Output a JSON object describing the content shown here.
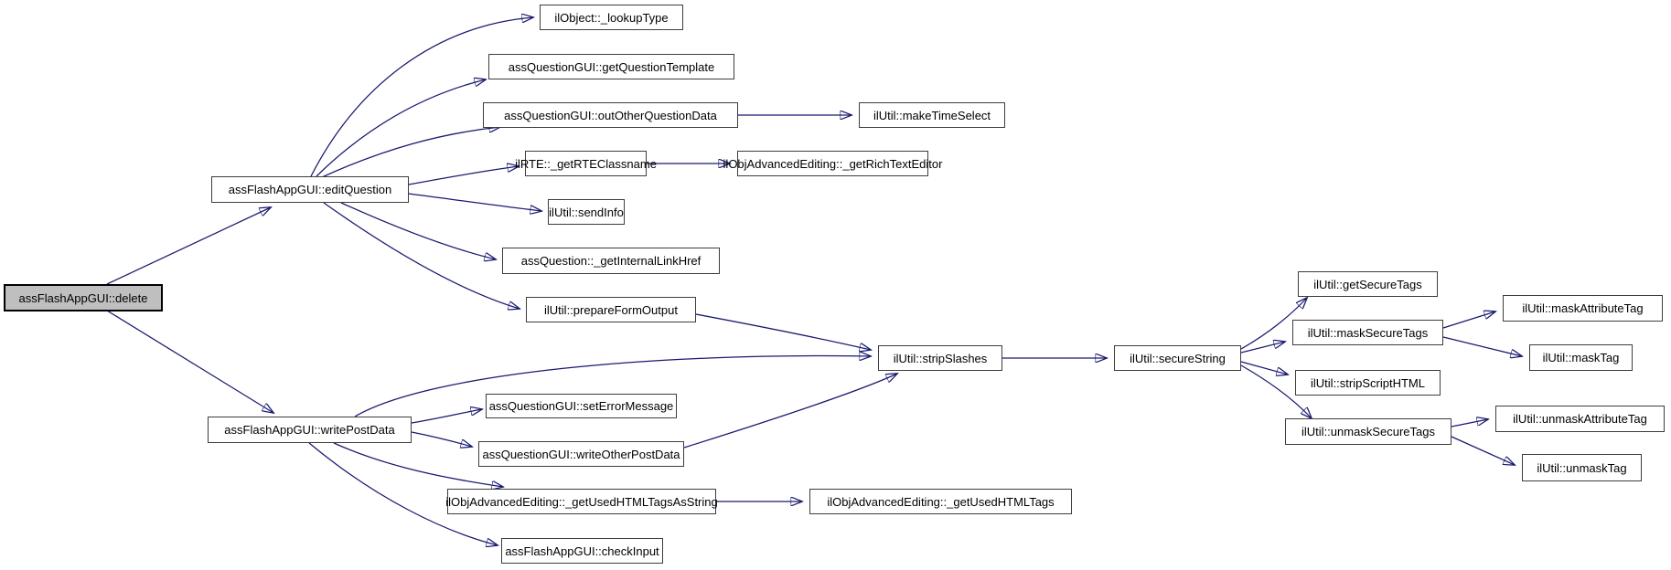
{
  "diagram": {
    "kind": "call-graph",
    "colors": {
      "background": "#ffffff",
      "edge": "#191970",
      "node_border": "#3d3d3d",
      "node_fill": "#ffffff",
      "highlight_fill": "#bfbfbf"
    },
    "nodes": {
      "delete": {
        "label": "assFlashAppGUI::delete",
        "highlighted": true
      },
      "editQuestion": {
        "label": "assFlashAppGUI::editQuestion"
      },
      "writePostData": {
        "label": "assFlashAppGUI::writePostData"
      },
      "lookupType": {
        "label": "ilObject::_lookupType"
      },
      "getQuestionTemplate": {
        "label": "assQuestionGUI::getQuestionTemplate"
      },
      "outOtherQuestionData": {
        "label": "assQuestionGUI::outOtherQuestionData"
      },
      "makeTimeSelect": {
        "label": "ilUtil::makeTimeSelect"
      },
      "getRTEClassname": {
        "label": "ilRTE::_getRTEClassname"
      },
      "getRichTextEditor": {
        "label": "ilObjAdvancedEditing::_getRichTextEditor"
      },
      "sendInfo": {
        "label": "ilUtil::sendInfo"
      },
      "getInternalLinkHref": {
        "label": "assQuestion::_getInternalLinkHref"
      },
      "prepareFormOutput": {
        "label": "ilUtil::prepareFormOutput"
      },
      "stripSlashes": {
        "label": "ilUtil::stripSlashes"
      },
      "secureString": {
        "label": "ilUtil::secureString"
      },
      "getSecureTags": {
        "label": "ilUtil::getSecureTags"
      },
      "maskSecureTags": {
        "label": "ilUtil::maskSecureTags"
      },
      "stripScriptHTML": {
        "label": "ilUtil::stripScriptHTML"
      },
      "unmaskSecureTags": {
        "label": "ilUtil::unmaskSecureTags"
      },
      "maskAttributeTag": {
        "label": "ilUtil::maskAttributeTag"
      },
      "maskTag": {
        "label": "ilUtil::maskTag"
      },
      "unmaskAttributeTag": {
        "label": "ilUtil::unmaskAttributeTag"
      },
      "unmaskTag": {
        "label": "ilUtil::unmaskTag"
      },
      "setErrorMessage": {
        "label": "assQuestionGUI::setErrorMessage"
      },
      "writeOtherPostData": {
        "label": "assQuestionGUI::writeOtherPostData"
      },
      "getUsedHTMLTagsAsString": {
        "label": "ilObjAdvancedEditing::_getUsedHTMLTagsAsString"
      },
      "checkInput": {
        "label": "assFlashAppGUI::checkInput"
      },
      "getUsedHTMLTags": {
        "label": "ilObjAdvancedEditing::_getUsedHTMLTags"
      }
    },
    "edges": [
      {
        "from": "delete",
        "to": "editQuestion"
      },
      {
        "from": "delete",
        "to": "writePostData"
      },
      {
        "from": "editQuestion",
        "to": "lookupType"
      },
      {
        "from": "editQuestion",
        "to": "getQuestionTemplate"
      },
      {
        "from": "editQuestion",
        "to": "outOtherQuestionData"
      },
      {
        "from": "editQuestion",
        "to": "getRTEClassname"
      },
      {
        "from": "editQuestion",
        "to": "sendInfo"
      },
      {
        "from": "editQuestion",
        "to": "getInternalLinkHref"
      },
      {
        "from": "editQuestion",
        "to": "prepareFormOutput"
      },
      {
        "from": "outOtherQuestionData",
        "to": "makeTimeSelect"
      },
      {
        "from": "getRTEClassname",
        "to": "getRichTextEditor"
      },
      {
        "from": "prepareFormOutput",
        "to": "stripSlashes"
      },
      {
        "from": "writePostData",
        "to": "stripSlashes"
      },
      {
        "from": "writePostData",
        "to": "setErrorMessage"
      },
      {
        "from": "writePostData",
        "to": "writeOtherPostData"
      },
      {
        "from": "writePostData",
        "to": "getUsedHTMLTagsAsString"
      },
      {
        "from": "writePostData",
        "to": "checkInput"
      },
      {
        "from": "writeOtherPostData",
        "to": "stripSlashes"
      },
      {
        "from": "stripSlashes",
        "to": "secureString"
      },
      {
        "from": "secureString",
        "to": "getSecureTags"
      },
      {
        "from": "secureString",
        "to": "maskSecureTags"
      },
      {
        "from": "secureString",
        "to": "stripScriptHTML"
      },
      {
        "from": "secureString",
        "to": "unmaskSecureTags"
      },
      {
        "from": "maskSecureTags",
        "to": "maskAttributeTag"
      },
      {
        "from": "maskSecureTags",
        "to": "maskTag"
      },
      {
        "from": "unmaskSecureTags",
        "to": "unmaskAttributeTag"
      },
      {
        "from": "unmaskSecureTags",
        "to": "unmaskTag"
      },
      {
        "from": "getUsedHTMLTagsAsString",
        "to": "getUsedHTMLTags"
      }
    ]
  }
}
